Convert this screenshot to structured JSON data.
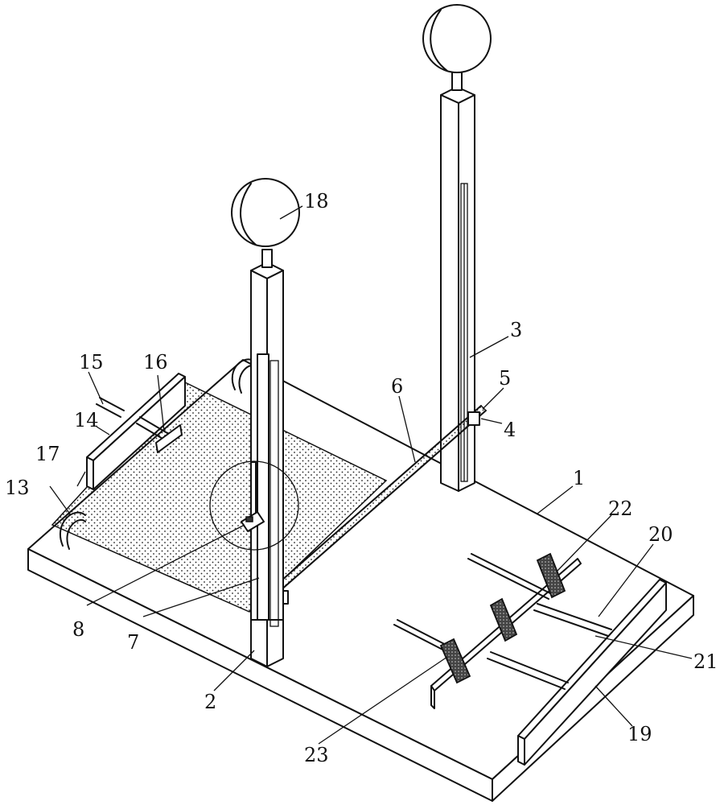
{
  "labels": {
    "l1": "1",
    "l2": "2",
    "l3": "3",
    "l4": "4",
    "l5": "5",
    "l6": "6",
    "l7": "7",
    "l8": "8",
    "l13": "13",
    "l14": "14",
    "l15": "15",
    "l16": "16",
    "l17": "17",
    "l18": "18",
    "l19": "19",
    "l20": "20",
    "l21": "21",
    "l22": "22",
    "l23": "23"
  }
}
